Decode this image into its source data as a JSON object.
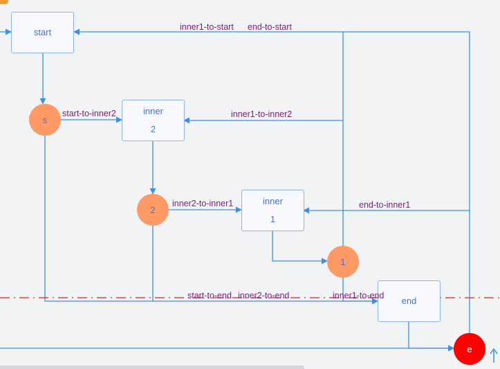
{
  "nodes": {
    "start": {
      "label": "start"
    },
    "inner2": {
      "line1": "inner",
      "line2": "2"
    },
    "inner1": {
      "line1": "inner",
      "line2": "1"
    },
    "end": {
      "label": "end"
    }
  },
  "junctions": {
    "s": {
      "label": "s",
      "color": "#ff9966"
    },
    "j2": {
      "label": "2",
      "color": "#ff9966"
    },
    "j1": {
      "label": "1",
      "color": "#ff9966"
    },
    "e": {
      "label": "e",
      "color": "#ff0000"
    }
  },
  "edge_labels": {
    "inner1_to_start": "inner1-to-start",
    "end_to_start": "end-to-start",
    "start_to_inner2": "start-to-inner2",
    "inner1_to_inner2": "inner1-to-inner2",
    "inner2_to_inner1": "inner2-to-inner1",
    "end_to_inner1": "end-to-inner1",
    "start_to_end": "start-to-end",
    "inner2_to_end": "inner2-to-end",
    "inner1_to_end": "inner1-to-end"
  },
  "colors": {
    "edge": "#3d8fe8",
    "dash_line": "#e02020",
    "edge_label": "#7a1f7a",
    "node_text": "#4a73c9"
  }
}
